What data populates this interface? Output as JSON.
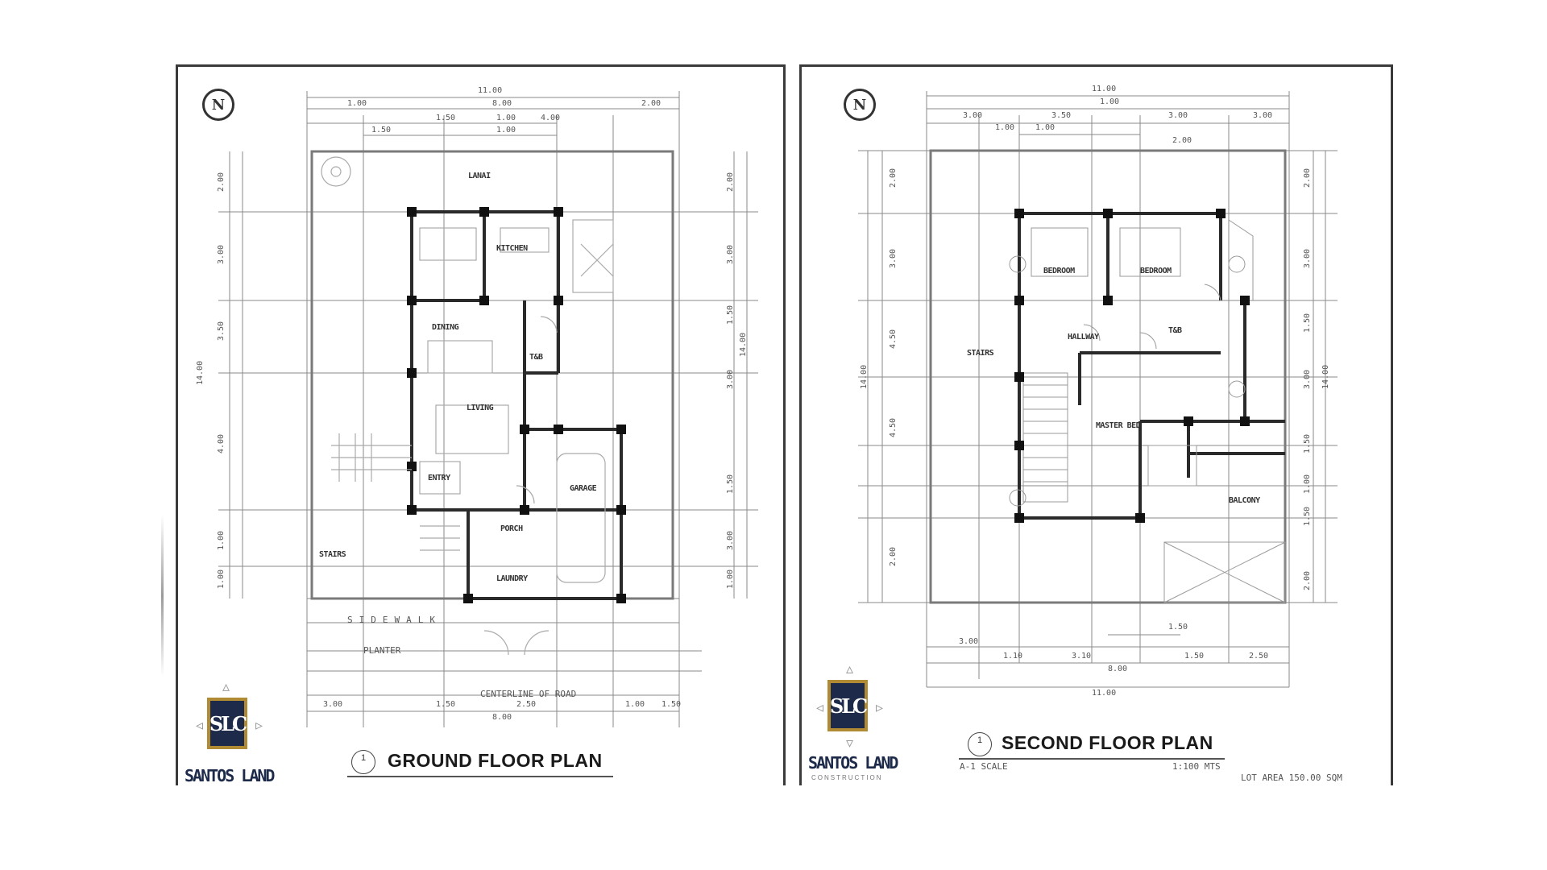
{
  "ground_floor": {
    "title": "GROUND FLOOR PLAN",
    "sheet_number": "1",
    "north_symbol": "N",
    "logo": {
      "mark": "SLC",
      "brand": "SANTOS LAND",
      "icon": "company-logo-icon"
    },
    "rooms": {
      "garden": "LANAI",
      "kitchen": "KITCHEN",
      "dining": "DINING",
      "living": "LIVING",
      "powder": "T&B",
      "garage": "GARAGE",
      "porch": "PORCH",
      "stairs": "STAIRS",
      "laundry": "LAUNDRY",
      "entry": "ENTRY"
    },
    "notes": {
      "sidewalk": "SIDEWALK",
      "planter": "PLANTER",
      "centerline": "CENTERLINE OF ROAD"
    },
    "dimensions": {
      "top_overall": "11.00",
      "top_row": [
        "1.00",
        "8.00",
        "2.00"
      ],
      "top_row2": [
        "1.50",
        "1.00",
        "4.00"
      ],
      "top_row3": [
        "1.50",
        "1.00"
      ],
      "bottom_row": [
        "3.00",
        "1.50",
        "2.50",
        "1.00",
        "1.50"
      ],
      "bottom_total": "8.00",
      "left": [
        "2.00",
        "3.00",
        "3.50",
        "4.00",
        "1.00",
        "1.00"
      ],
      "left_total": "14.00",
      "right": [
        "2.00",
        "3.00",
        "1.50",
        "3.00",
        "1.50",
        "3.00",
        "1.00"
      ],
      "right_total": "14.00"
    }
  },
  "second_floor": {
    "title": "SECOND FLOOR PLAN",
    "sheet_number": "1",
    "scale_note": "A-1 SCALE",
    "scale_value": "1:100 MTS",
    "footer_note": "LOT AREA 150.00 SQM",
    "north_symbol": "N",
    "logo": {
      "mark": "SLC",
      "brand": "SANTOS LAND",
      "sub": "CONSTRUCTION",
      "icon": "company-logo-icon"
    },
    "rooms": {
      "bedroom1": "BEDROOM",
      "bedroom2": "BEDROOM",
      "hall": "HALLWAY",
      "toilet": "T&B",
      "master": "MASTER BED",
      "balcony": "BALCONY",
      "stairs": "STAIRS"
    },
    "dimensions": {
      "top_overall": "11.00",
      "top_row": [
        "3.00",
        "1.00",
        "3.50",
        "3.00",
        "3.00"
      ],
      "top_row2": [
        "1.00",
        "1.00"
      ],
      "top_row3": [
        "2.00"
      ],
      "bottom_row": [
        "3.00",
        "1.10",
        "3.10",
        "1.50",
        "2.50"
      ],
      "bottom_mid": "1.50",
      "bottom_total": "8.00",
      "bottom_overall": "11.00",
      "left": [
        "2.00",
        "3.00",
        "4.50",
        "4.50",
        "2.00"
      ],
      "left_total": "14.00",
      "right": [
        "2.00",
        "3.00",
        "1.50",
        "3.00",
        "1.50",
        "1.00",
        "1.50",
        "2.00"
      ],
      "right_total": "14.00"
    }
  }
}
